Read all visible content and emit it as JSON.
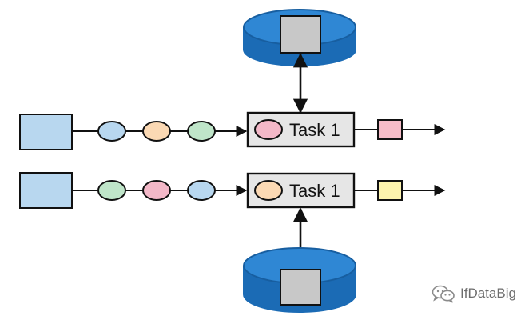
{
  "rows": [
    {
      "task_label": "Task 1",
      "stream_events": [
        "#b8d7ef",
        "#fbd9b4",
        "#bfe5c9"
      ],
      "state_color": "#f3b8c8",
      "output_color": "#f6bcc8"
    },
    {
      "task_label": "Task 1",
      "stream_events": [
        "#bfe5c9",
        "#f3b8c8",
        "#b8d7ef"
      ],
      "state_color": "#fbd9b4",
      "output_color": "#fcf3ae"
    }
  ],
  "colors": {
    "source_fill": "#b8d7ef",
    "task_fill": "#e6e6e6",
    "db_blue": "#1b6bb5",
    "db_top": "#2f87d4",
    "db_inner": "#c8c8c8",
    "stroke": "#111111"
  },
  "watermark": {
    "text": "IfDataBig",
    "icon": "wechat-icon"
  }
}
